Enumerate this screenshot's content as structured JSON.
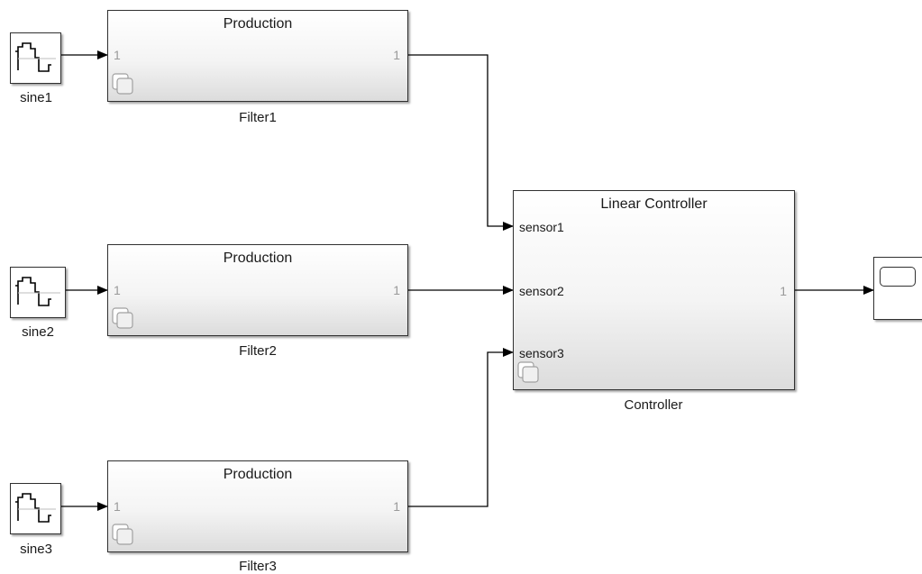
{
  "sources": [
    {
      "id": "sine1",
      "label": "sine1"
    },
    {
      "id": "sine2",
      "label": "sine2"
    },
    {
      "id": "sine3",
      "label": "sine3"
    }
  ],
  "filters": [
    {
      "title": "Production",
      "name": "Filter1",
      "in_port": "1",
      "out_port": "1"
    },
    {
      "title": "Production",
      "name": "Filter2",
      "in_port": "1",
      "out_port": "1"
    },
    {
      "title": "Production",
      "name": "Filter3",
      "in_port": "1",
      "out_port": "1"
    }
  ],
  "controller": {
    "title": "Linear Controller",
    "name": "Controller",
    "inputs": [
      "sensor1",
      "sensor2",
      "sensor3"
    ],
    "out_port": "1"
  },
  "colors": {
    "line": "#000000",
    "block_border": "#303030",
    "port_number": "#9a9a9a"
  },
  "icons": {
    "source": "sine-wave-icon",
    "subsystem": "subsystem-icon",
    "sink": "scope-icon"
  }
}
